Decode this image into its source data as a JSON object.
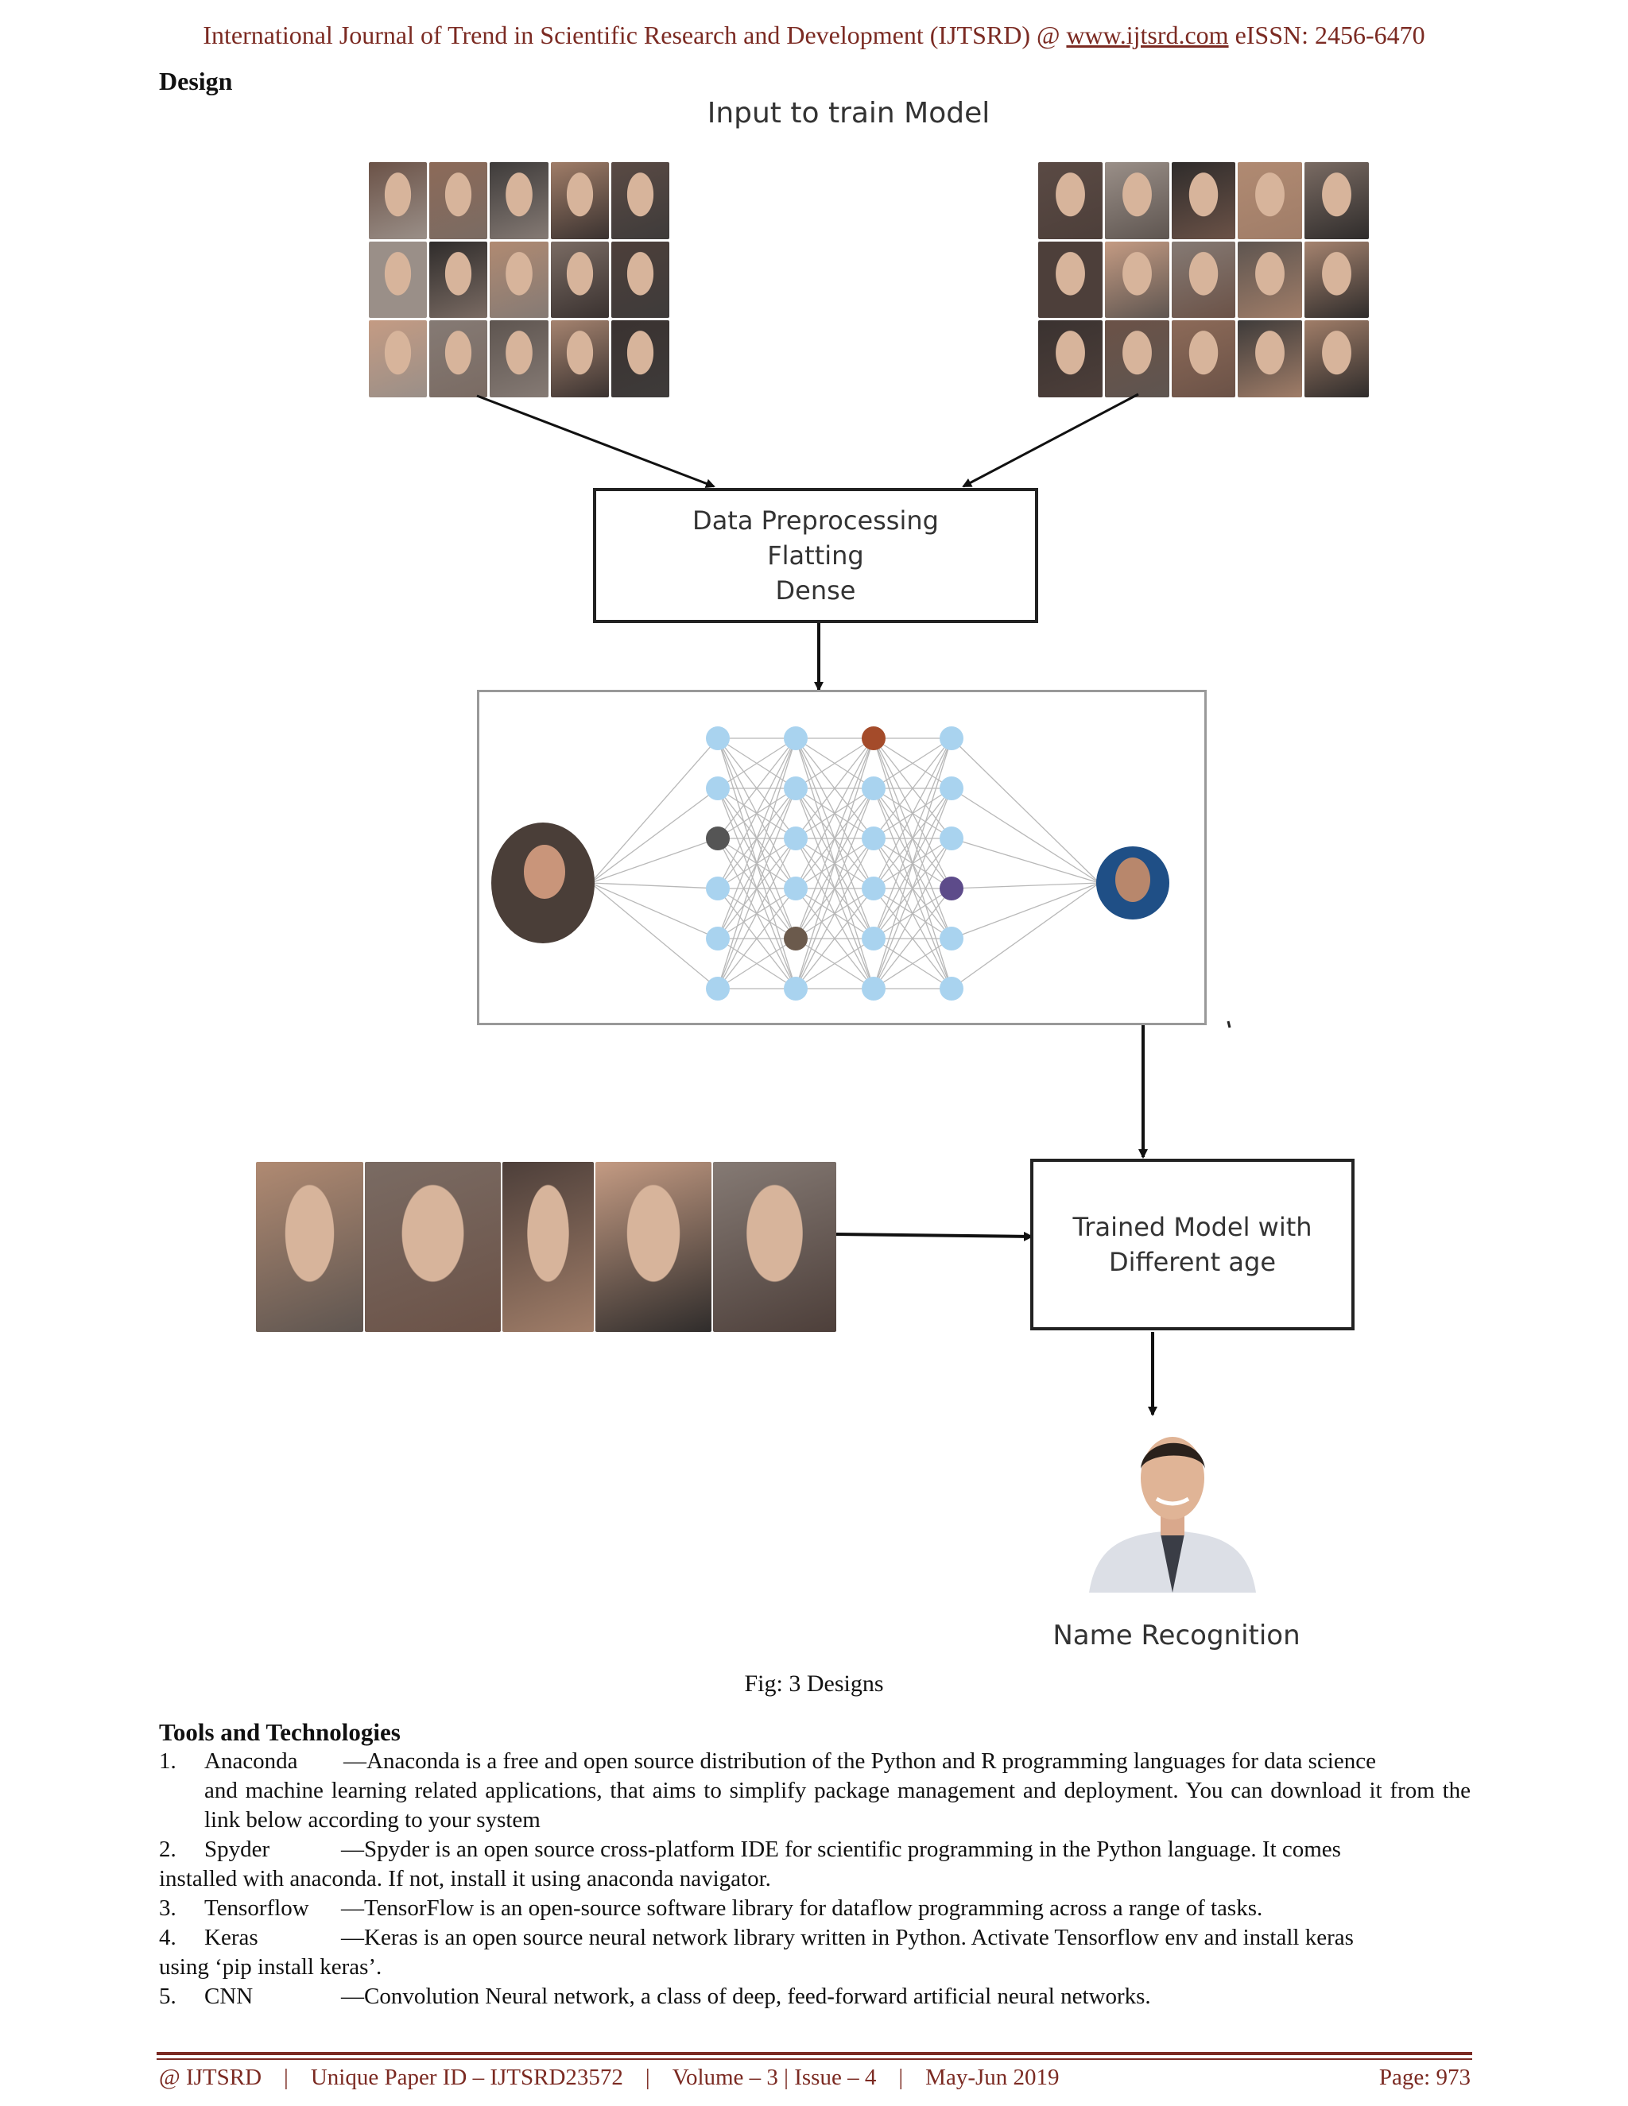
{
  "header": {
    "journal": "International Journal of Trend in Scientific Research and Development (IJTSRD) @ ",
    "url": "www.ijtsrd.com",
    "issn": " eISSN: 2456-6470"
  },
  "section_heading": "Design",
  "figure": {
    "title": "Input to train Model",
    "preprocess_box": [
      "Data Preprocessing",
      "Flatting",
      "Dense"
    ],
    "trained_box": [
      "Trained Model with",
      "Different age"
    ],
    "output_label": "Name Recognition",
    "caption": "Fig: 3 Designs"
  },
  "tools": {
    "heading": "Tools and Technologies",
    "items": [
      {
        "num": "1.",
        "term": "Anaconda",
        "desc_first": "—Anaconda is a free and open source distribution of the Python and R programming languages for data science",
        "desc_rest": "and machine learning related applications, that aims to simplify package management and deployment. You can download it from the link below according to your system"
      },
      {
        "num": "2.",
        "term": "Spyder",
        "desc_first": "—Spyder is an open source cross-platform IDE for scientific programming in the Python language. It comes",
        "desc_rest": "installed with anaconda. If not, install it using anaconda navigator."
      },
      {
        "num": "3.",
        "term": "Tensorflow",
        "desc_first": "—TensorFlow is an open-source software library for dataflow programming across a range of tasks.",
        "desc_rest": ""
      },
      {
        "num": "4.",
        "term": "Keras",
        "desc_first": "—Keras is an open source neural network library written in Python. Activate Tensorflow env and install keras",
        "desc_rest": "using ‘pip install keras’."
      },
      {
        "num": "5.",
        "term": "CNN",
        "desc_first": "—Convolution Neural network, a class of deep, feed-forward artificial neural networks.",
        "desc_rest": ""
      }
    ]
  },
  "footer": {
    "org": "@ IJTSRD",
    "paper_id": "Unique Paper ID – IJTSRD23572",
    "volume": "Volume – 3 | Issue – 4",
    "date": "May-Jun 2019",
    "page": "Page: 973"
  },
  "colors": {
    "accent": "#7b2a22",
    "node": "#a9d3ef",
    "link": "#b8b8b8"
  }
}
